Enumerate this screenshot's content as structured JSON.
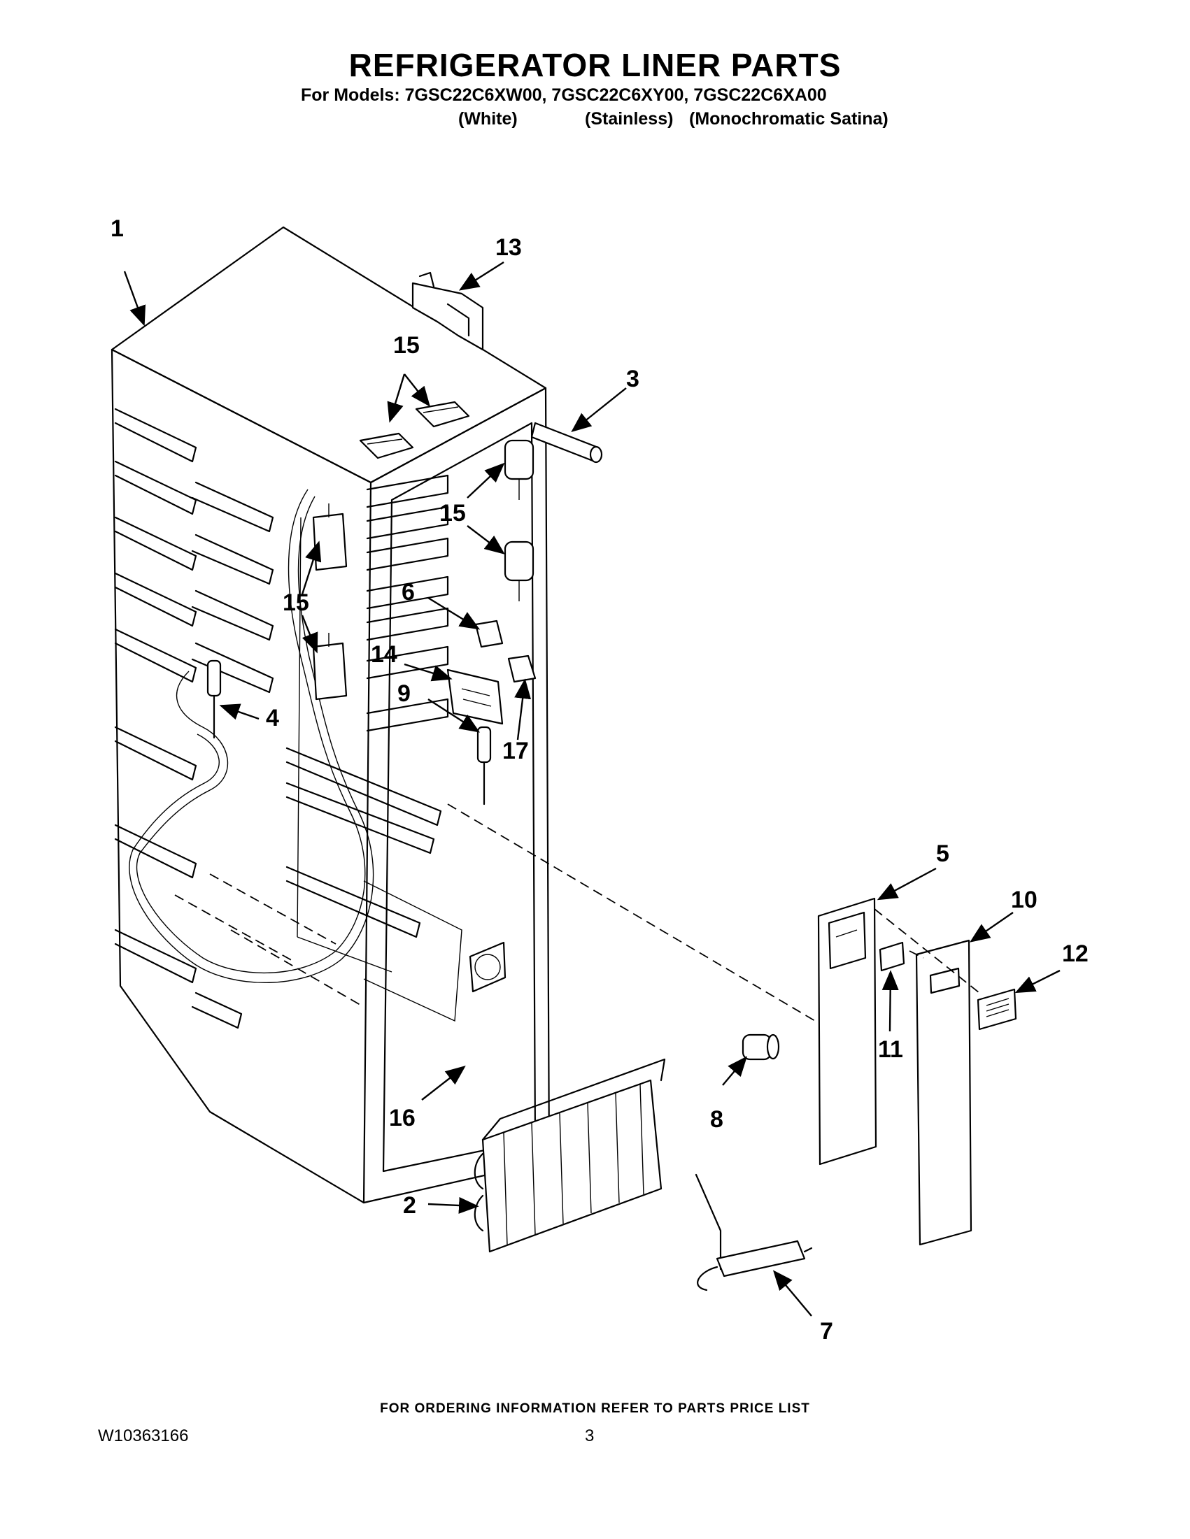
{
  "header": {
    "title": "REFRIGERATOR LINER PARTS",
    "models_line": "For Models: 7GSC22C6XW00, 7GSC22C6XY00, 7GSC22C6XA00",
    "variants": [
      "(White)",
      "(Stainless)",
      "(Monochromatic Satina)"
    ]
  },
  "callouts": {
    "c1": "1",
    "c2": "2",
    "c3": "3",
    "c4": "4",
    "c5": "5",
    "c6": "6",
    "c7": "7",
    "c8": "8",
    "c9": "9",
    "c10": "10",
    "c11": "11",
    "c12": "12",
    "c13": "13",
    "c14": "14",
    "c15a": "15",
    "c15b": "15",
    "c15c": "15",
    "c16": "16",
    "c17": "17"
  },
  "footer": {
    "ordering_note": "FOR ORDERING INFORMATION REFER TO PARTS PRICE LIST",
    "document_number": "W10363166",
    "page_number": "3"
  }
}
